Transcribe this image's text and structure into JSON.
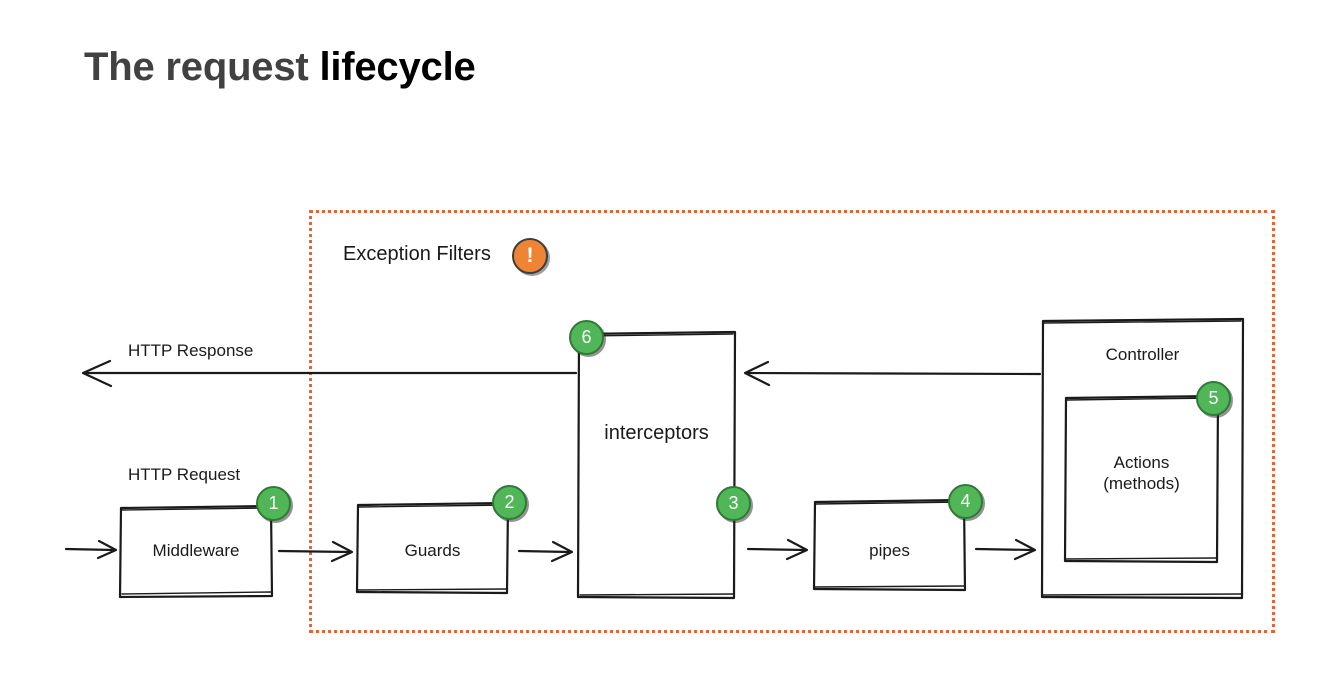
{
  "slide": {
    "title_part_1": "The request ",
    "title_part_2": "lifecycle"
  },
  "diagram": {
    "type": "flow-diagram",
    "region": {
      "name": "Exception Filters",
      "label": "Exception Filters",
      "badge_icon": "warning-exclamation-icon",
      "badge_glyph": "!",
      "border_color": "#e0663a",
      "border_style": "dotted"
    },
    "flow_labels": {
      "incoming": "HTTP Request",
      "outgoing": "HTTP Response"
    },
    "nodes": [
      {
        "id": "middleware",
        "label": "Middleware",
        "step": "1"
      },
      {
        "id": "guards",
        "label": "Guards",
        "step": "2"
      },
      {
        "id": "interceptors",
        "label": "interceptors",
        "step": "3"
      },
      {
        "id": "pipes",
        "label": "pipes",
        "step": "4"
      },
      {
        "id": "controller",
        "label": "Controller",
        "step": null
      },
      {
        "id": "actions",
        "label": "Actions\n(methods)",
        "step": "5"
      }
    ],
    "steps": {
      "s1": "1",
      "s2": "2",
      "s3": "3",
      "s4": "4",
      "s5": "5",
      "s6": "6"
    },
    "colors": {
      "step_badge": "#50b658",
      "step_badge_border": "#2f7a36",
      "exception_badge": "#ef8434",
      "stroke": "#1a1a1a"
    }
  }
}
